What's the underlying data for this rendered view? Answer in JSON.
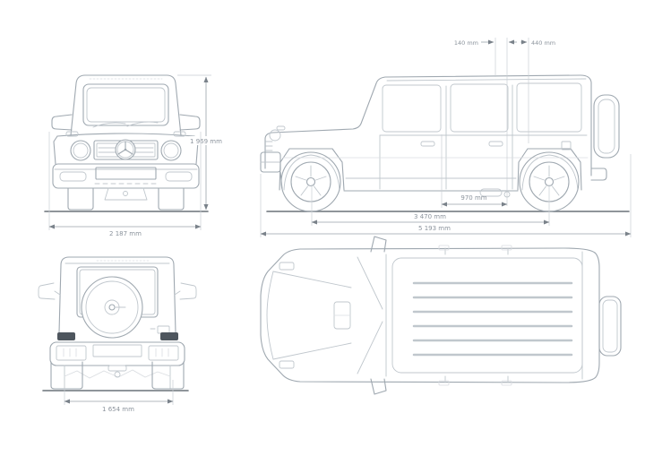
{
  "diagram": {
    "dimensions": {
      "roof_front": "140 mm",
      "roof_rear": "440 mm",
      "overall_height": "1 969 mm",
      "overall_width": "2 187 mm",
      "rear_section": "970 mm",
      "wheelbase": "3 470 mm",
      "overall_length": "5 193 mm",
      "track_width": "1 654 mm"
    },
    "colors": {
      "background": "#ffffff",
      "line": "#9fa8b0",
      "line_light": "#c0c7cd",
      "line_faint": "#dadde1",
      "ground": "#6a7279",
      "dim": "#9aa2aa",
      "ext": "#c9ced3",
      "dim_text": "#8b939c",
      "dim_arrow": "#7a828a",
      "taillight": "#4e565e"
    }
  }
}
